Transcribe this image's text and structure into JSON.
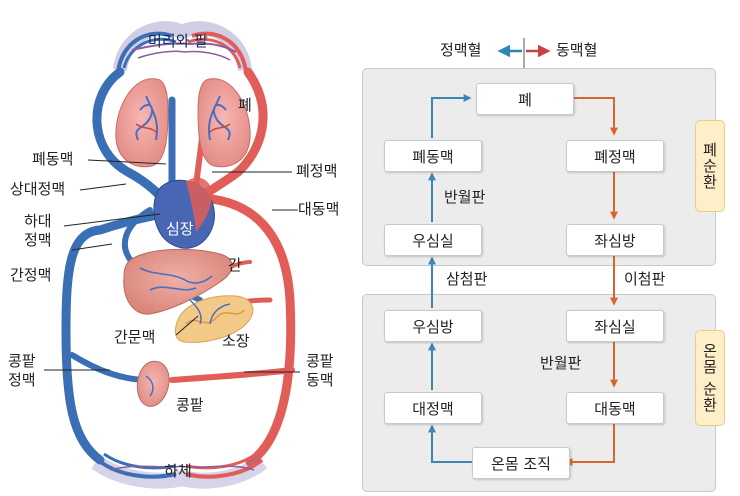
{
  "colors": {
    "venous": "#3a6fb5",
    "arterial": "#e15d57",
    "flow_blue": "#3a86b8",
    "flow_orange": "#d9642c"
  },
  "anatomy": {
    "head_arms": "머리와 팔",
    "lung": "폐",
    "pulmonary_artery": "폐동맥",
    "superior_vena_cava": "상대정맥",
    "inferior_vena_cava": "하대\n정맥",
    "heart": "심장",
    "hepatic_vein": "간정맥",
    "liver": "간",
    "hepatic_portal_vein": "간문맥",
    "small_intestine": "소장",
    "renal_vein": "콩팥\n정맥",
    "kidney": "콩팥",
    "lower_body": "하체",
    "pulmonary_vein": "폐정맥",
    "aorta": "대동맥",
    "renal_artery": "콩팥\n동맥"
  },
  "legend": {
    "vein_blood": "정맥혈",
    "artery_blood": "동맥혈"
  },
  "flow": {
    "lung": "폐",
    "pulmonary_artery": "폐동맥",
    "pulmonary_vein": "폐정맥",
    "semilunar_top": "반월판",
    "right_ventricle": "우심실",
    "left_atrium": "좌심방",
    "tricuspid": "삼첨판",
    "bicuspid": "이첨판",
    "right_atrium": "우심방",
    "left_ventricle": "좌심실",
    "semilunar_bottom": "반월판",
    "vena_cava": "대정맥",
    "aorta": "대동맥",
    "body_tissue": "온몸 조직",
    "pulmonary_circulation": "폐순환",
    "systemic_circulation": "온몸 순환"
  }
}
